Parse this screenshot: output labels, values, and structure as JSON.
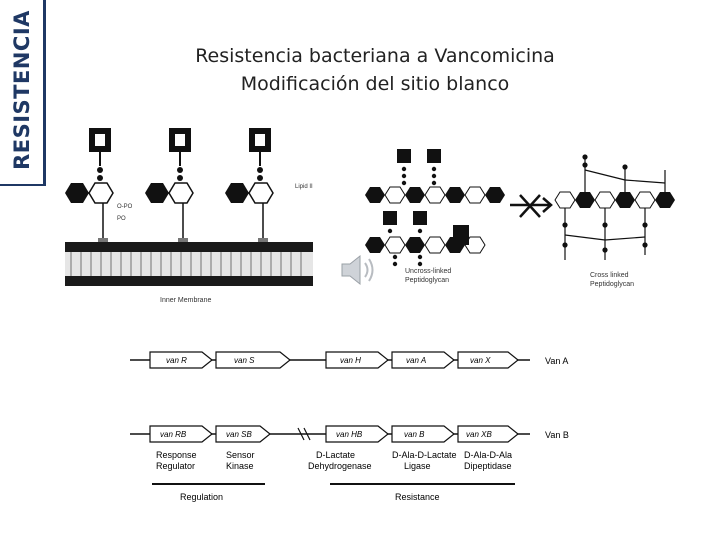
{
  "side_label": "RESISTENCIA",
  "title": {
    "line1": "Resistencia bacteriana a Vancomicina",
    "line2": "Modificación del sitio blanco"
  },
  "membrane_panel": {
    "lipid_label": "Lipid II",
    "membrane_label": "Inner Membrane",
    "phosphate_1": "O-PO",
    "phosphate_2": "PO"
  },
  "peptidoglycan_panel": {
    "uncrosslinked_line1": "Uncross-linked",
    "uncrosslinked_line2": "Peptidoglycan",
    "crosslinked_line1": "Cross linked",
    "crosslinked_line2": "Peptidoglycan"
  },
  "operon_a": {
    "genes": [
      "van R",
      "van S",
      "van H",
      "van A",
      "van X"
    ],
    "label": "Van A"
  },
  "operon_b": {
    "genes": [
      "van RB",
      "van SB",
      "van HB",
      "van B",
      "van XB"
    ],
    "label": "Van B"
  },
  "gene_functions": [
    {
      "line1": "Response",
      "line2": "Regulator"
    },
    {
      "line1": "Sensor",
      "line2": "Kinase"
    },
    {
      "line1": "D-Lactate",
      "line2": "Dehydrogenase"
    },
    {
      "line1": "D-Ala-D-Lactate",
      "line2": "Ligase"
    },
    {
      "line1": "D-Ala-D-Ala",
      "line2": "Dipeptidase"
    }
  ],
  "groups": {
    "regulation": "Regulation",
    "resistance": "Resistance"
  },
  "icons": [
    "speaker-icon"
  ]
}
